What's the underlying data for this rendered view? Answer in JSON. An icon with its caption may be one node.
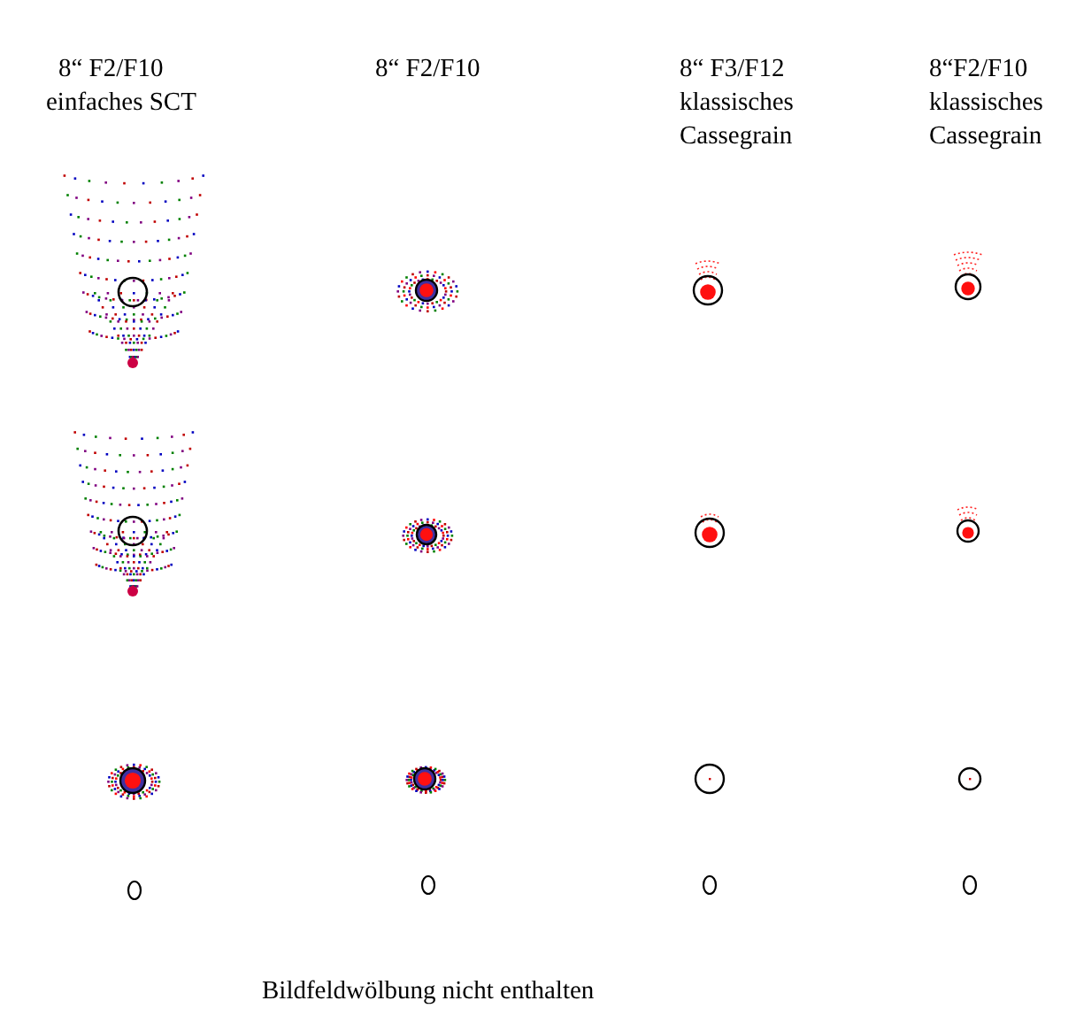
{
  "diagram": {
    "labels": [
      "8“ F2/F10",
      "einfaches SCT",
      "8“ F2/F10",
      "8“ F3/F12",
      "klassisches",
      "Cassegrain",
      "8“F2/F10",
      "klassisches",
      "Cassegrain",
      "Bildfeldwölbung nicht enthalten"
    ]
  }
}
